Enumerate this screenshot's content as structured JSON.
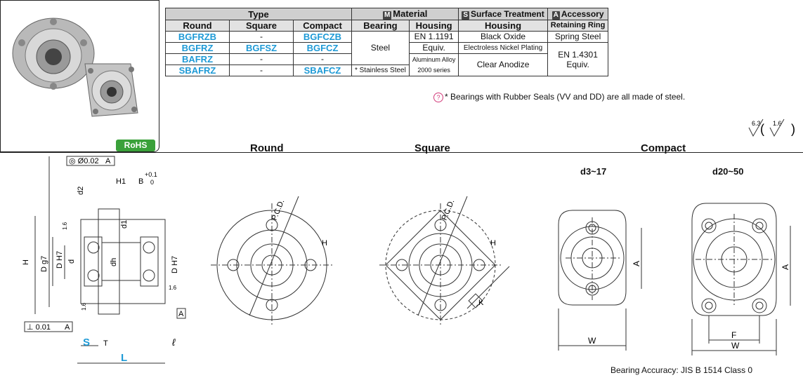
{
  "table": {
    "type_header": "Type",
    "material_header": "Material",
    "material_marker": "M",
    "surface_header": "Surface Treatment",
    "surface_marker": "S",
    "accessory_header": "Accessory",
    "accessory_marker": "A",
    "col_round": "Round",
    "col_square": "Square",
    "col_compact": "Compact",
    "col_bearing": "Bearing",
    "col_housing": "Housing",
    "col_surface_housing": "Housing",
    "col_retaining_ring": "Retaining Ring",
    "rows": [
      {
        "round": "BGFRZB",
        "square": "-",
        "compact": "BGFCZB"
      },
      {
        "round": "BGFRZ",
        "square": "BGFSZ",
        "compact": "BGFCZ"
      },
      {
        "round": "BAFRZ",
        "square": "-",
        "compact": "-"
      },
      {
        "round": "SBAFRZ",
        "square": "-",
        "compact": "SBAFCZ"
      }
    ],
    "bearing_steel": "Steel",
    "bearing_stainless": "* Stainless Steel",
    "housing_en": "EN 1.1191",
    "housing_equiv": "Equiv.",
    "housing_alu1": "Aluminum Alloy",
    "housing_alu2": "2000 series",
    "surface_black": "Black Oxide",
    "surface_nickel": "Electroless Nickel Plating",
    "surface_anodize": "Clear Anodize",
    "ring_spring": "Spring Steel",
    "ring_en": "EN 1.4301",
    "ring_equiv": "Equiv."
  },
  "note": "* Bearings with Rubber Seals (VV and DD) are all made of steel.",
  "rohs": "RoHS",
  "views": {
    "round": "Round",
    "square": "Square",
    "compact": "Compact",
    "compact_small": "d3~17",
    "compact_large": "d20~50"
  },
  "roughness": {
    "a": "6.3",
    "b": "1.6"
  },
  "labels": {
    "concentricity": "◎ Ø0.02",
    "datum": "A",
    "perpendicular": "⊥ 0.01",
    "H1": "H1",
    "B": "B",
    "B_tol_plus": "+0.1",
    "B_tol_zero": "0",
    "d2": "d2",
    "d1": "d1",
    "H": "H",
    "D_g7": "D g7",
    "D_H7_left": "D H7",
    "d": "d",
    "dh": "dh",
    "D_H7_right": "D H7",
    "r16a": "1.6",
    "r16b": "1.6",
    "r16c": "1.6",
    "S": "S",
    "T": "T",
    "L": "L",
    "ell": "ℓ",
    "PCD": "P.C.D.",
    "H_view": "H",
    "K": "K",
    "A": "A",
    "W": "W",
    "F": "F"
  },
  "accuracy": "Bearing Accuracy: JIS  B  1514  Class 0"
}
